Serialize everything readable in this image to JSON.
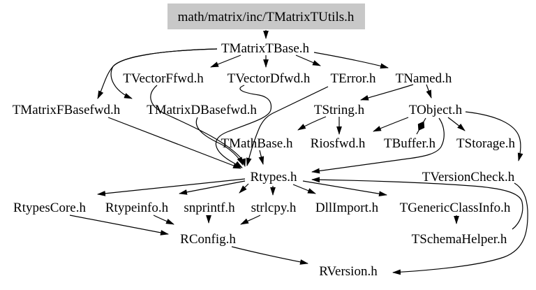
{
  "graph": {
    "type": "include-dependency-graph",
    "root_label": "math/matrix/inc/TMatrixTUtils.h",
    "colors": {
      "root_fill": "#c8c8c8",
      "edge": "#000000",
      "text": "#000000",
      "background": "#ffffff"
    },
    "nodes": [
      {
        "label": "math/matrix/inc/TMatrixTUtils.h",
        "highlighted": true
      },
      {
        "label": "TMatrixTBase.h",
        "highlighted": false
      },
      {
        "label": "TVectorFfwd.h",
        "highlighted": false
      },
      {
        "label": "TVectorDfwd.h",
        "highlighted": false
      },
      {
        "label": "TError.h",
        "highlighted": false
      },
      {
        "label": "TNamed.h",
        "highlighted": false
      },
      {
        "label": "TMatrixFBasefwd.h",
        "highlighted": false
      },
      {
        "label": "TMatrixDBasefwd.h",
        "highlighted": false
      },
      {
        "label": "TString.h",
        "highlighted": false
      },
      {
        "label": "TObject.h",
        "highlighted": false
      },
      {
        "label": "TMathBase.h",
        "highlighted": false
      },
      {
        "label": "Riosfwd.h",
        "highlighted": false
      },
      {
        "label": "TBuffer.h",
        "highlighted": false
      },
      {
        "label": "TStorage.h",
        "highlighted": false
      },
      {
        "label": "Rtypes.h",
        "highlighted": false
      },
      {
        "label": "TVersionCheck.h",
        "highlighted": false
      },
      {
        "label": "RtypesCore.h",
        "highlighted": false
      },
      {
        "label": "Rtypeinfo.h",
        "highlighted": false
      },
      {
        "label": "snprintf.h",
        "highlighted": false
      },
      {
        "label": "strlcpy.h",
        "highlighted": false
      },
      {
        "label": "DllImport.h",
        "highlighted": false
      },
      {
        "label": "TGenericClassInfo.h",
        "highlighted": false
      },
      {
        "label": "RConfig.h",
        "highlighted": false
      },
      {
        "label": "TSchemaHelper.h",
        "highlighted": false
      },
      {
        "label": "RVersion.h",
        "highlighted": false
      }
    ],
    "edges": [
      {
        "from": "math/matrix/inc/TMatrixTUtils.h",
        "to": "TMatrixTBase.h"
      },
      {
        "from": "TMatrixTBase.h",
        "to": "TVectorFfwd.h"
      },
      {
        "from": "TMatrixTBase.h",
        "to": "TVectorDfwd.h"
      },
      {
        "from": "TMatrixTBase.h",
        "to": "TError.h"
      },
      {
        "from": "TMatrixTBase.h",
        "to": "TNamed.h"
      },
      {
        "from": "TMatrixTBase.h",
        "to": "TMatrixFBasefwd.h"
      },
      {
        "from": "TMatrixTBase.h",
        "to": "TMatrixDBasefwd.h"
      },
      {
        "from": "TNamed.h",
        "to": "TString.h"
      },
      {
        "from": "TNamed.h",
        "to": "TObject.h"
      },
      {
        "from": "TString.h",
        "to": "TMathBase.h"
      },
      {
        "from": "TString.h",
        "to": "Riosfwd.h"
      },
      {
        "from": "TError.h",
        "to": "Rtypes.h"
      },
      {
        "from": "TVectorFfwd.h",
        "to": "Rtypes.h"
      },
      {
        "from": "TVectorDfwd.h",
        "to": "Rtypes.h"
      },
      {
        "from": "TMatrixFBasefwd.h",
        "to": "Rtypes.h"
      },
      {
        "from": "TMatrixDBasefwd.h",
        "to": "Rtypes.h"
      },
      {
        "from": "TMathBase.h",
        "to": "Rtypes.h"
      },
      {
        "from": "TObject.h",
        "to": "TBuffer.h"
      },
      {
        "from": "TBuffer.h",
        "to": "TObject.h"
      },
      {
        "from": "TObject.h",
        "to": "Riosfwd.h"
      },
      {
        "from": "TObject.h",
        "to": "TStorage.h"
      },
      {
        "from": "TObject.h",
        "to": "TVersionCheck.h"
      },
      {
        "from": "TObject.h",
        "to": "Rtypes.h"
      },
      {
        "from": "TVersionCheck.h",
        "to": "RVersion.h"
      },
      {
        "from": "Rtypes.h",
        "to": "RtypesCore.h"
      },
      {
        "from": "Rtypes.h",
        "to": "Rtypeinfo.h"
      },
      {
        "from": "Rtypes.h",
        "to": "snprintf.h"
      },
      {
        "from": "Rtypes.h",
        "to": "strlcpy.h"
      },
      {
        "from": "Rtypes.h",
        "to": "DllImport.h"
      },
      {
        "from": "Rtypes.h",
        "to": "TGenericClassInfo.h"
      },
      {
        "from": "TSchemaHelper.h",
        "to": "Rtypes.h"
      },
      {
        "from": "RtypesCore.h",
        "to": "RConfig.h"
      },
      {
        "from": "Rtypeinfo.h",
        "to": "RConfig.h"
      },
      {
        "from": "snprintf.h",
        "to": "RConfig.h"
      },
      {
        "from": "strlcpy.h",
        "to": "RConfig.h"
      },
      {
        "from": "RConfig.h",
        "to": "RVersion.h"
      },
      {
        "from": "TGenericClassInfo.h",
        "to": "TSchemaHelper.h"
      }
    ]
  }
}
